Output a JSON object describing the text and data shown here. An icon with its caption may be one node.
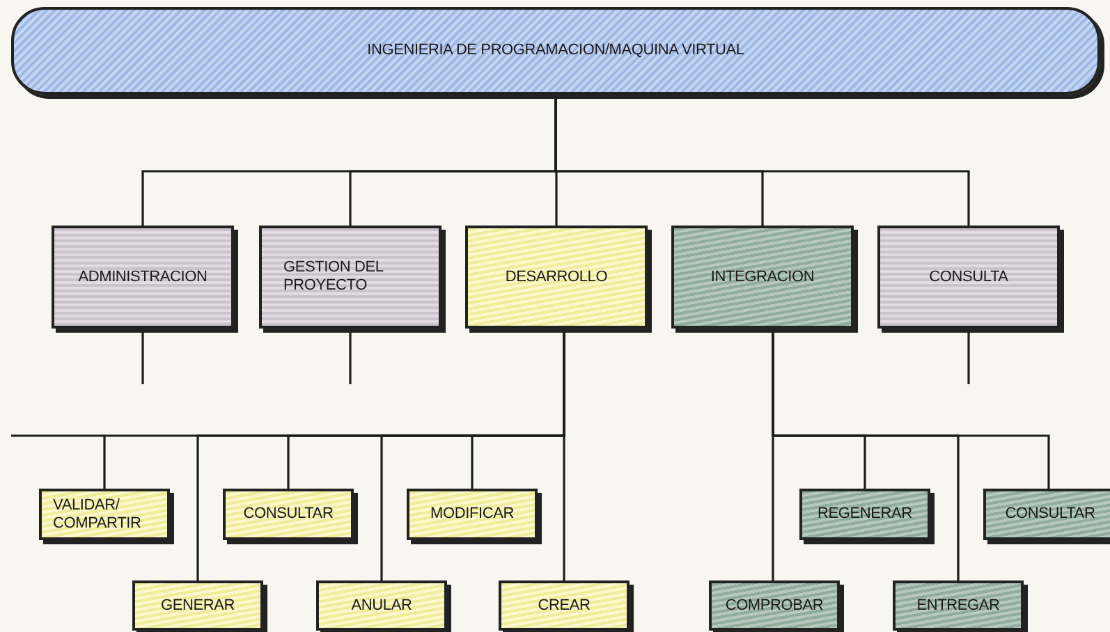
{
  "diagram": {
    "nodes": [
      {
        "text": [
          "INGENIERIA DE PROGRAMACION/MAQUINA VIRTUAL"
        ]
      },
      {
        "text": [
          "ADMINISTRACION"
        ]
      },
      {
        "text": [
          "GESTION DEL PROYECTO"
        ]
      },
      {
        "text": [
          "DESARROLLO"
        ]
      },
      {
        "text": [
          "INTEGRACION"
        ]
      },
      {
        "text": [
          "CONSULTA"
        ]
      },
      {
        "text": [
          "VALIDAR/ COMPARTIR"
        ]
      },
      {
        "text": [
          "GENERAR"
        ]
      },
      {
        "text": [
          "CONSULTAR"
        ]
      },
      {
        "text": [
          "ANULAR"
        ]
      },
      {
        "text": [
          "MODIFICAR"
        ]
      },
      {
        "text": [
          "CREAR"
        ]
      },
      {
        "text": [
          "COMPROBAR"
        ]
      },
      {
        "text": [
          "REGENERAR"
        ]
      },
      {
        "text": [
          "ENTREGAR"
        ]
      },
      {
        "text": [
          "CONSULTAR"
        ]
      }
    ],
    "edges": [
      {
        "from": 0,
        "to": 1,
        "arrow": "none"
      },
      {
        "from": 0,
        "to": 2,
        "arrow": "none"
      },
      {
        "from": 0,
        "to": 3,
        "arrow": "none"
      },
      {
        "from": 0,
        "to": 4,
        "arrow": "none"
      },
      {
        "from": 0,
        "to": 5,
        "arrow": "none"
      },
      {
        "from": 1,
        "to": null,
        "arrow": "none"
      },
      {
        "from": 2,
        "to": null,
        "arrow": "none"
      },
      {
        "from": 5,
        "to": null,
        "arrow": "none"
      },
      {
        "from": 3,
        "to": 6,
        "arrow": "none"
      },
      {
        "from": 3,
        "to": 7,
        "arrow": "none"
      },
      {
        "from": 3,
        "to": 8,
        "arrow": "none"
      },
      {
        "from": 3,
        "to": 9,
        "arrow": "none"
      },
      {
        "from": 3,
        "to": 10,
        "arrow": "none"
      },
      {
        "from": 3,
        "to": 11,
        "arrow": "none"
      },
      {
        "from": 4,
        "to": 12,
        "arrow": "none"
      },
      {
        "from": 4,
        "to": 13,
        "arrow": "none"
      },
      {
        "from": 4,
        "to": 14,
        "arrow": "none"
      },
      {
        "from": 4,
        "to": 15,
        "arrow": "none"
      }
    ]
  }
}
